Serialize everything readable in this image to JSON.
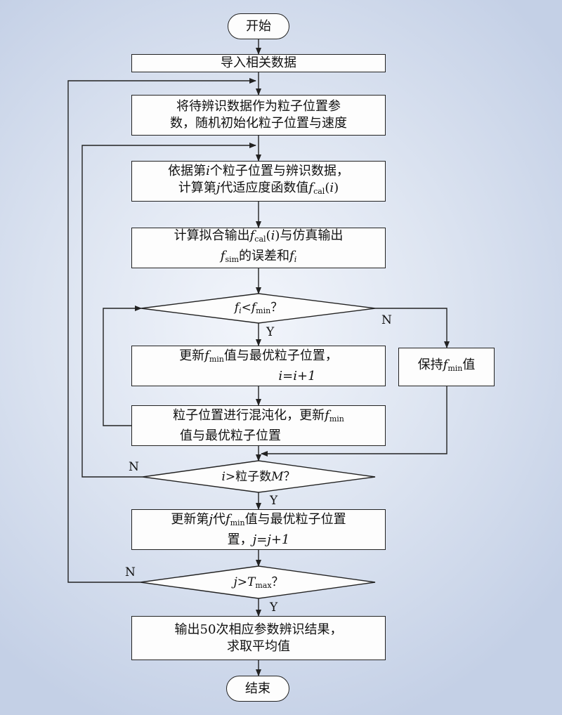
{
  "flowchart": {
    "start": "开始",
    "end": "结束",
    "import_data": "导入相关数据",
    "init_particles": "将待辨识数据作为粒子位置参\n数，随机初始化粒子位置与速度",
    "compute_fitness": {
      "line1_a": "依据第",
      "var_i": "i",
      "line1_b": "个粒子位置与辨识数据，",
      "line2_a": "计算第",
      "var_j": "j",
      "line2_b": "代适应度函数值",
      "f": "f",
      "sub": "cal",
      "arg": "i"
    },
    "compute_error": {
      "line1_a": "计算拟合输出",
      "f": "f",
      "sub": "cal",
      "arg": "i",
      "line1_b": "与仿真输出",
      "f2": "f",
      "sub2": "sim",
      "line2_a": "的误差和",
      "f3": "f",
      "sub3": "i"
    },
    "decision_fmin": {
      "f": "f",
      "sub": "i",
      "lt": "<",
      "f2": "f",
      "sub2": "min",
      "q": "？"
    },
    "update_fmin": {
      "line1_a": "更新",
      "f": "f",
      "sub": "min",
      "line1_b": "值与最优粒子位置，",
      "line2": "i=i+1"
    },
    "keep_fmin": {
      "a": "保持",
      "f": "f",
      "sub": "min",
      "b": "值"
    },
    "chaos": {
      "line1_a": "粒子位置进行混沌化，更新",
      "f": "f",
      "sub": "min",
      "line2": "值与最优粒子位置"
    },
    "decision_particles": {
      "i": "i",
      "a": ">粒子数",
      "M": "M",
      "q": "？"
    },
    "update_gen": {
      "line1_a": "更新第",
      "j": "j",
      "line1_b": "代",
      "f": "f",
      "sub": "min",
      "line1_c": "值与最优粒子位置",
      "line2_a": "置，",
      "line2_b": "j=j+1"
    },
    "decision_iter": {
      "j": "j",
      "gt": ">",
      "T": "T",
      "sub": "max",
      "q": "？"
    },
    "output": "输出50次相应参数辨识结果，\n求取平均值",
    "labels": {
      "yes": "Y",
      "no": "N"
    }
  },
  "colors": {
    "line": "#222222",
    "box_fill": "#fdfdfd"
  }
}
